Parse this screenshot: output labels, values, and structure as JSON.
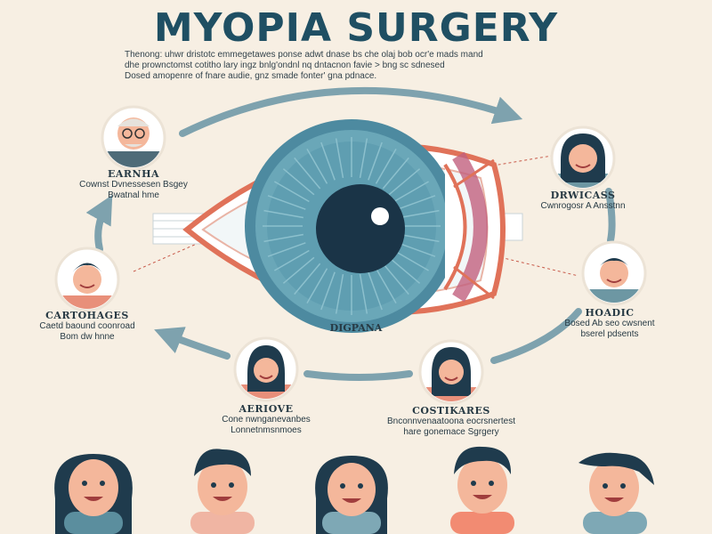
{
  "title": "MYOPIA SURGERY",
  "intro": [
    "Thenong: uhwr dristotc emmegetawes ponse adwt dnase bs che olaj bob ocr'e mads mand",
    "dhe prownctomst cotitho lary ingz bnlg'ondnl nq dntacnon favie > bng sc sdnesed",
    "Dosed amopenre of fnare audie, gnz smade fonter' gna pdnace."
  ],
  "center_label": "DIGPANA",
  "nodes": [
    {
      "name": "EARNHA",
      "lines": [
        "Cownst Dvnessesen Bsgey",
        "Bwatnal hme"
      ]
    },
    {
      "name": "DRWICASS",
      "lines": [
        "Cwnrogosr A Ansstnn"
      ]
    },
    {
      "name": "HOADIC",
      "lines": [
        "Bosed Ab seo cwsnent",
        "bserel pdsents"
      ]
    },
    {
      "name": "COSTIKARES",
      "lines": [
        "Bnconnvenaatoona eocrsnertest",
        "hare gonemace Sgrgery"
      ]
    },
    {
      "name": "AERIOVE",
      "lines": [
        "Cone nwnganevanbes",
        "Lonnetnmsnmoes"
      ]
    },
    {
      "name": "CARTOHAGES",
      "lines": [
        "Caetd baound coonroad",
        "Bom dw hnne"
      ]
    }
  ],
  "colors": {
    "background": "#f7efe3",
    "title": "#1f4f63",
    "arrow": "#7ea2ae",
    "iris": "#5b97aa",
    "pupil": "#1a3447",
    "eyelid": "#e07259",
    "skin": "#f4b79b",
    "hair": "#1f3b4d"
  },
  "icons": [
    "eye-diagram-icon",
    "person-avatar-icon",
    "arrow-cycle-icon"
  ]
}
